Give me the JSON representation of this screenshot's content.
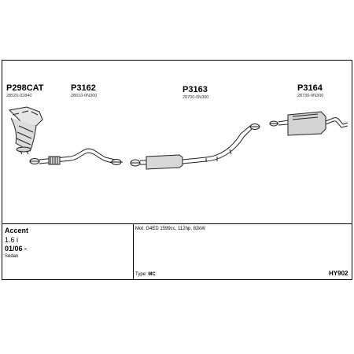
{
  "parts": [
    {
      "code": "P298CAT",
      "number": "28520-02840"
    },
    {
      "code": "P3162",
      "number": "28610-0N300"
    },
    {
      "code": "P3163",
      "number": "28700-0N300"
    },
    {
      "code": "P3164",
      "number": "28730-0N300"
    }
  ],
  "vehicle": {
    "model": "Accent",
    "engine_size": "1.6 i",
    "date": "01/06 -",
    "body": "Sedan"
  },
  "motor": "Mot. G4ED 1599cc, 112hp, 82kW",
  "type_label": "Type:",
  "type_value": "MC",
  "catalog_code": "HY902"
}
